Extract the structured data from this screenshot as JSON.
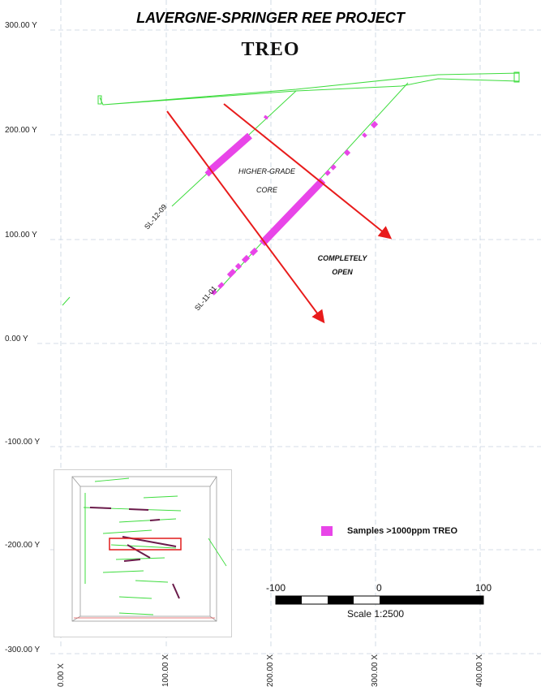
{
  "title": "LAVERGNE-SPRINGER REE PROJECT",
  "subtitle": "TREO",
  "y_axis_labels": [
    "300.00 Y",
    "200.00 Y",
    "100.00 Y",
    "0.00 Y",
    "-100.00 Y",
    "-200.00 Y",
    "-300.00 Y"
  ],
  "x_axis_labels": [
    "0.00 X",
    "100.00 X",
    "200.00 X",
    "300.00 X",
    "400.00 X"
  ],
  "annotations": {
    "higher_grade": "HIGHER-GRADE",
    "core": "CORE",
    "completely": "COMPLETELY",
    "open": "OPEN"
  },
  "drill_holes": [
    "SL-12-09",
    "SL-11-01"
  ],
  "legend": {
    "label": "Samples >1000ppm TREO",
    "color": "#e845e8"
  },
  "scale_bar": {
    "ticks": [
      "-100",
      "0",
      "100"
    ],
    "caption": "Scale 1:2500"
  },
  "colors": {
    "trace": "#3ddc3d",
    "arrow": "#e81b1b",
    "samples": "#e845e8",
    "grid": "#c7d3e0"
  }
}
